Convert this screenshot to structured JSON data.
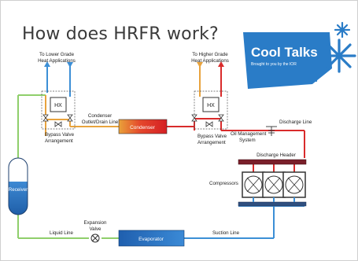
{
  "slide": {
    "title": "How does HRFR work?"
  },
  "brand": {
    "name": "Cool Talks",
    "tagline": "Brought to you by the IOR",
    "bg_color": "#2a7cc7",
    "accent_color": "#ffffff"
  },
  "labels": {
    "lower_grade": [
      "To Lower Grade",
      "Heat Applications"
    ],
    "higher_grade": [
      "To Higher Grade",
      "Heat Applications"
    ],
    "hx_left": "HX",
    "hx_right": "HX",
    "bypass_left": [
      "Bypass Valve",
      "Arrangement"
    ],
    "bypass_right": [
      "Bypass Valve",
      "Arrangement"
    ],
    "condenser_outlet": [
      "Condenser",
      "Outlet/Drain Line"
    ],
    "condenser": "Condenser",
    "oil_management": [
      "Oil Management",
      "System"
    ],
    "discharge_line": "Discharge Line",
    "discharge_header": "Discharge Header",
    "compressors": "Compressors",
    "receiver": "Receiver",
    "expansion_valve": [
      "Expansion",
      "Valve"
    ],
    "liquid_line": "Liquid Line",
    "evaporator": "Evaporator",
    "suction_line": "Suction Line"
  },
  "colors": {
    "hot": "#d92b2b",
    "warm": "#e8a33d",
    "cool": "#3c8fd6",
    "liquid": "#8fcf6b",
    "header": "#7a1f2a"
  }
}
